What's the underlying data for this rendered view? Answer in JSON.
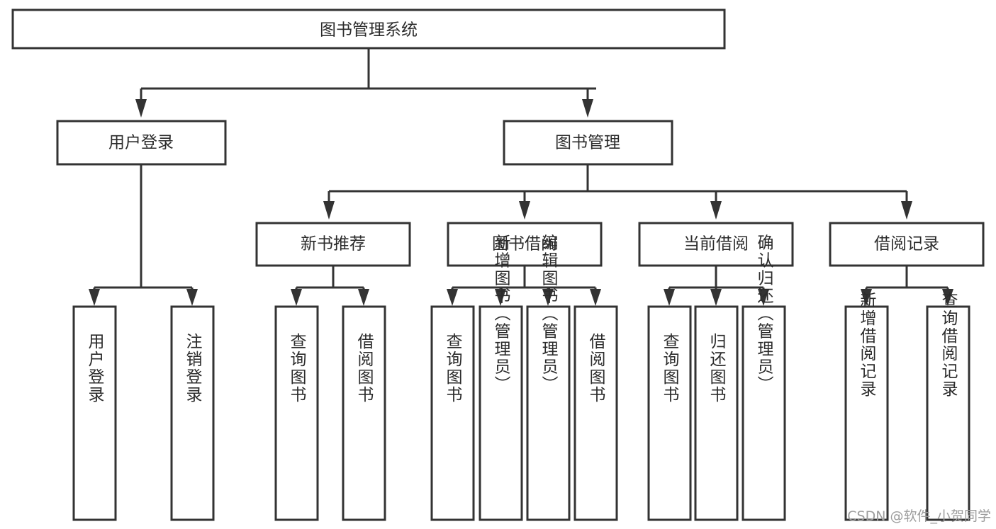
{
  "diagram": {
    "title": "图书管理系统",
    "type": "tree-hierarchy",
    "watermark": "CSDN @软件_小贺同学",
    "root": {
      "label": "图书管理系统"
    },
    "level2": [
      {
        "label": "用户登录"
      },
      {
        "label": "图书管理"
      }
    ],
    "level3": [
      {
        "label": "新书推荐"
      },
      {
        "label": "图书借阅"
      },
      {
        "label": "当前借阅"
      },
      {
        "label": "借阅记录"
      }
    ],
    "leaves": {
      "user_login": [
        {
          "label": "用户登录"
        },
        {
          "label": "注销登录"
        }
      ],
      "new_book_recommend": [
        {
          "label": "查询图书"
        },
        {
          "label": "借阅图书"
        }
      ],
      "book_borrow": [
        {
          "label": "查询图书"
        },
        {
          "label": "新增图书（管理员）"
        },
        {
          "label": "编辑图书（管理员）"
        },
        {
          "label": "借阅图书"
        }
      ],
      "current_borrow": [
        {
          "label": "查询图书"
        },
        {
          "label": "归还图书"
        },
        {
          "label": "确认归还（管理员）"
        }
      ],
      "borrow_record": [
        {
          "label": "新增借阅记录"
        },
        {
          "label": "查询借阅记录"
        }
      ]
    },
    "colors": {
      "stroke": "#333333",
      "fill": "#ffffff",
      "text": "#2b2b2b",
      "watermark": "#9d9d9d"
    }
  }
}
